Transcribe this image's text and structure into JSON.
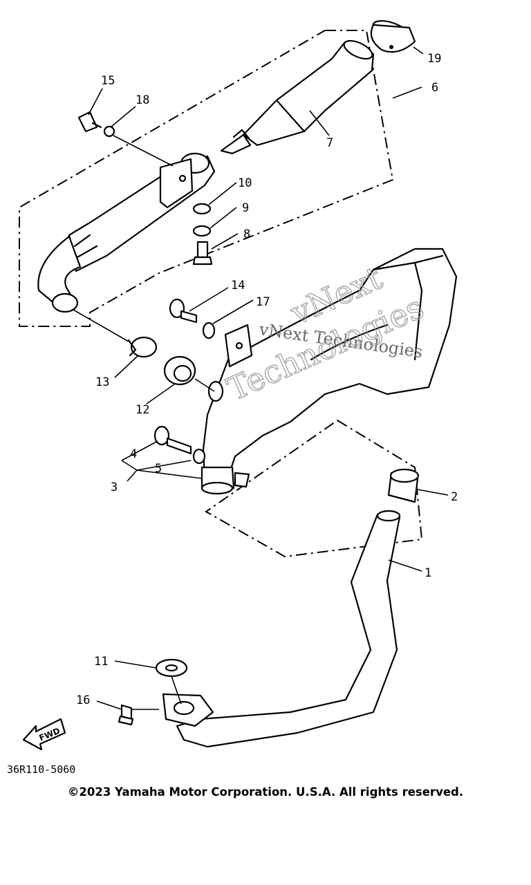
{
  "callouts": {
    "c1": "1",
    "c2": "2",
    "c3": "3",
    "c4": "4",
    "c5": "5",
    "c6": "6",
    "c7": "7",
    "c8": "8",
    "c9": "9",
    "c10": "10",
    "c11": "11",
    "c12": "12",
    "c13": "13",
    "c14": "14",
    "c15": "15",
    "c16": "16",
    "c17": "17",
    "c18": "18",
    "c19": "19"
  },
  "fwd_label": "FWD",
  "diagram_code": "36R110-5060",
  "watermark": {
    "line1": "vNext Technologies",
    "line2a": "vNext",
    "line2b": "Technologies"
  },
  "copyright": "©2023 Yamaha Motor Corporation. U.S.A. All rights reserved."
}
